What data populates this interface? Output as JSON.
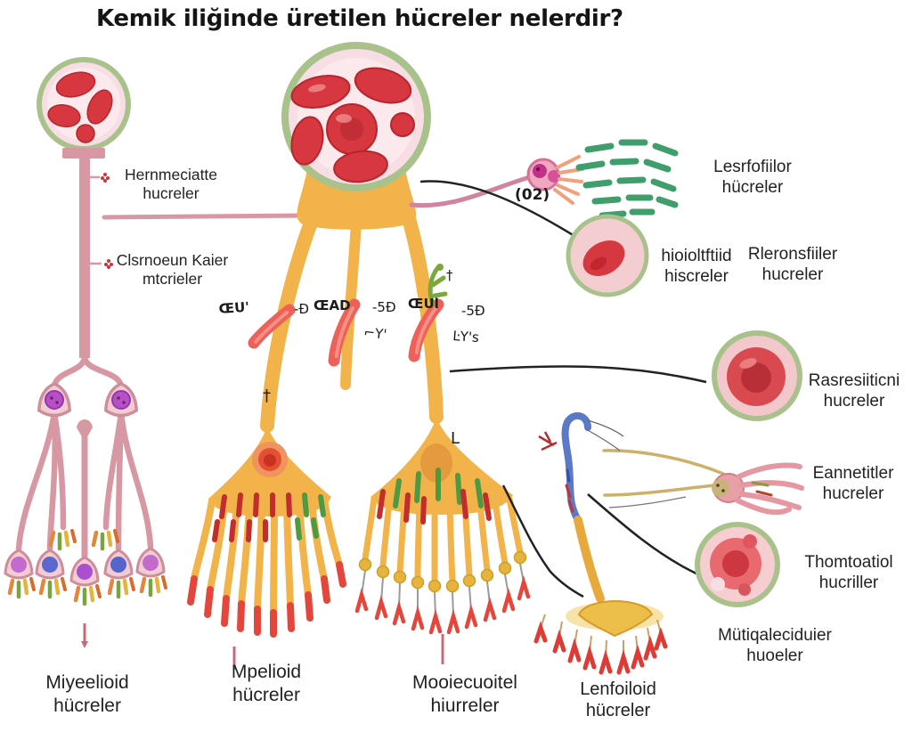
{
  "title": "Kemik iliğinde üretilen hücreler nelerdir?",
  "callouts": {
    "hematopoietic": "Hernmeciatte\nhucreler",
    "stromal": "Clsrnoeun Kaier\nmtcrieler",
    "platelets": "Lesrfofiilor\nhücreler",
    "rbc_left": "hioioltftiid\nhiscreler",
    "rbc_right": "Rleronsfiiler\nhucreler",
    "rbc_mid": "Rasresiiticni\nhucreler",
    "eosinophil": "Eannetitler\nhucreler",
    "thrombocyte": "Thomtoatiol\nhucriller",
    "megakaryocyte": "Mütiqaleciduier\nhuoeler"
  },
  "lineages": {
    "myeloid": "Miyeelioid\nhücreler",
    "mpelioid": "Mpelioid\nhücreler",
    "monocytoid": "Mooiecuoitel\nhiurreler",
    "lymphoid": "Lenfoiloid\nhücreler"
  },
  "annotations": {
    "count": "(02)",
    "g1": "ŒU'",
    "g2": "-Ð",
    "g3": "ŒAD",
    "g4": "-5Ð",
    "g5": "⌐Y'",
    "g6": "ŒUl",
    "g7": "-5Ð",
    "g8": "ĿY's",
    "g9": "†",
    "g10": "†",
    "g11": "L"
  },
  "colors": {
    "ring_green": "#a9c28b",
    "dish_pink": "#f7dee4",
    "rbc_red": "#d7373e",
    "stem_pink": "#d797a3",
    "trunk_orange": "#f2b44a",
    "platelet_green": "#3f9e6b",
    "cell_purple": "#b94fc6",
    "cell_blue": "#5a67cf",
    "stalk_blue": "#5b79c7",
    "callout_line": "#222222"
  }
}
